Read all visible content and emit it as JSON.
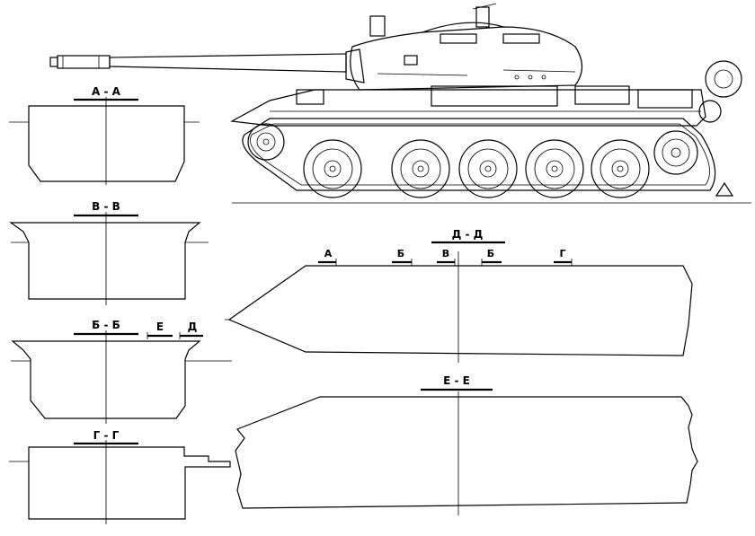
{
  "sections": {
    "aa": "А - А",
    "vv": "В - В",
    "bb": "Б - Б",
    "gg": "Г - Г",
    "dd": "Д - Д",
    "ee": "Е - Е"
  },
  "markers": {
    "e": "Е",
    "d": "Д",
    "a": "А",
    "b1": "Б",
    "v": "В",
    "b2": "Б",
    "g": "Г"
  }
}
